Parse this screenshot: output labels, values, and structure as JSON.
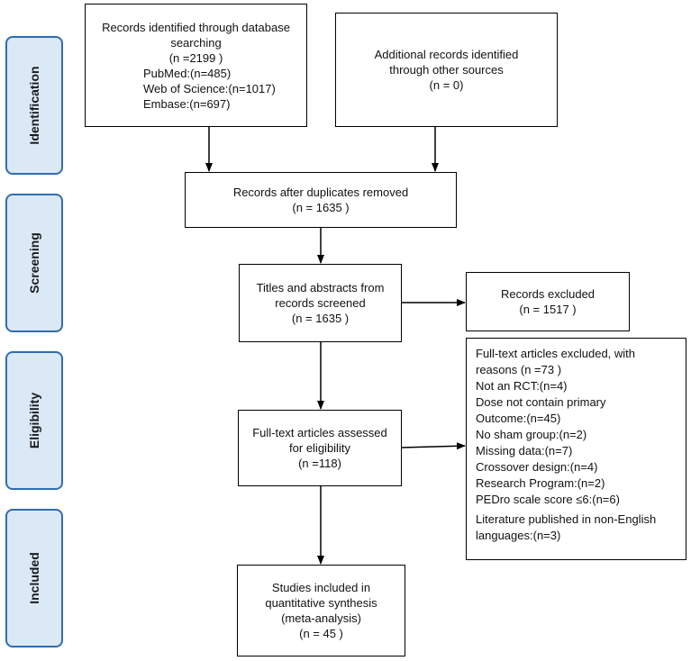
{
  "stages": [
    "Identification",
    "Screening",
    "Eligibility",
    "Included"
  ],
  "boxes": {
    "database": {
      "lines": [
        "Records identified through database",
        "searching",
        "(n =2199 )",
        "PubMed:(n=485)",
        "Web of Science:(n=1017)",
        "Embase:(n=697)"
      ]
    },
    "other_sources": {
      "lines": [
        "Additional records identified",
        "through other sources",
        "(n = 0)"
      ]
    },
    "duplicates_removed": {
      "lines": [
        "Records after duplicates removed",
        "(n =  1635 )"
      ]
    },
    "screened": {
      "lines": [
        "Titles and abstracts from",
        "records screened",
        "(n = 1635 )"
      ]
    },
    "excluded": {
      "lines": [
        "Records excluded",
        "(n = 1517 )"
      ]
    },
    "fulltext_assessed": {
      "lines": [
        "Full-text articles assessed",
        "for eligibility",
        "(n =118)"
      ]
    },
    "fulltext_excluded": {
      "lines": [
        "Full-text articles excluded, with",
        "reasons (n =73 )",
        "Not an RCT:(n=4)",
        "Dose not contain primary",
        "Outcome:(n=45)",
        "No sham group:(n=2)",
        "Missing data:(n=7)",
        "Crossover design:(n=4)",
        "Research Program:(n=2)",
        "PEDro scale score ≤6:(n=6)",
        "Literature published in non-English",
        "languages:(n=3)"
      ]
    },
    "included": {
      "lines": [
        "Studies included in",
        "quantitative synthesis",
        "(meta-analysis)",
        "(n = 45 )"
      ]
    }
  }
}
